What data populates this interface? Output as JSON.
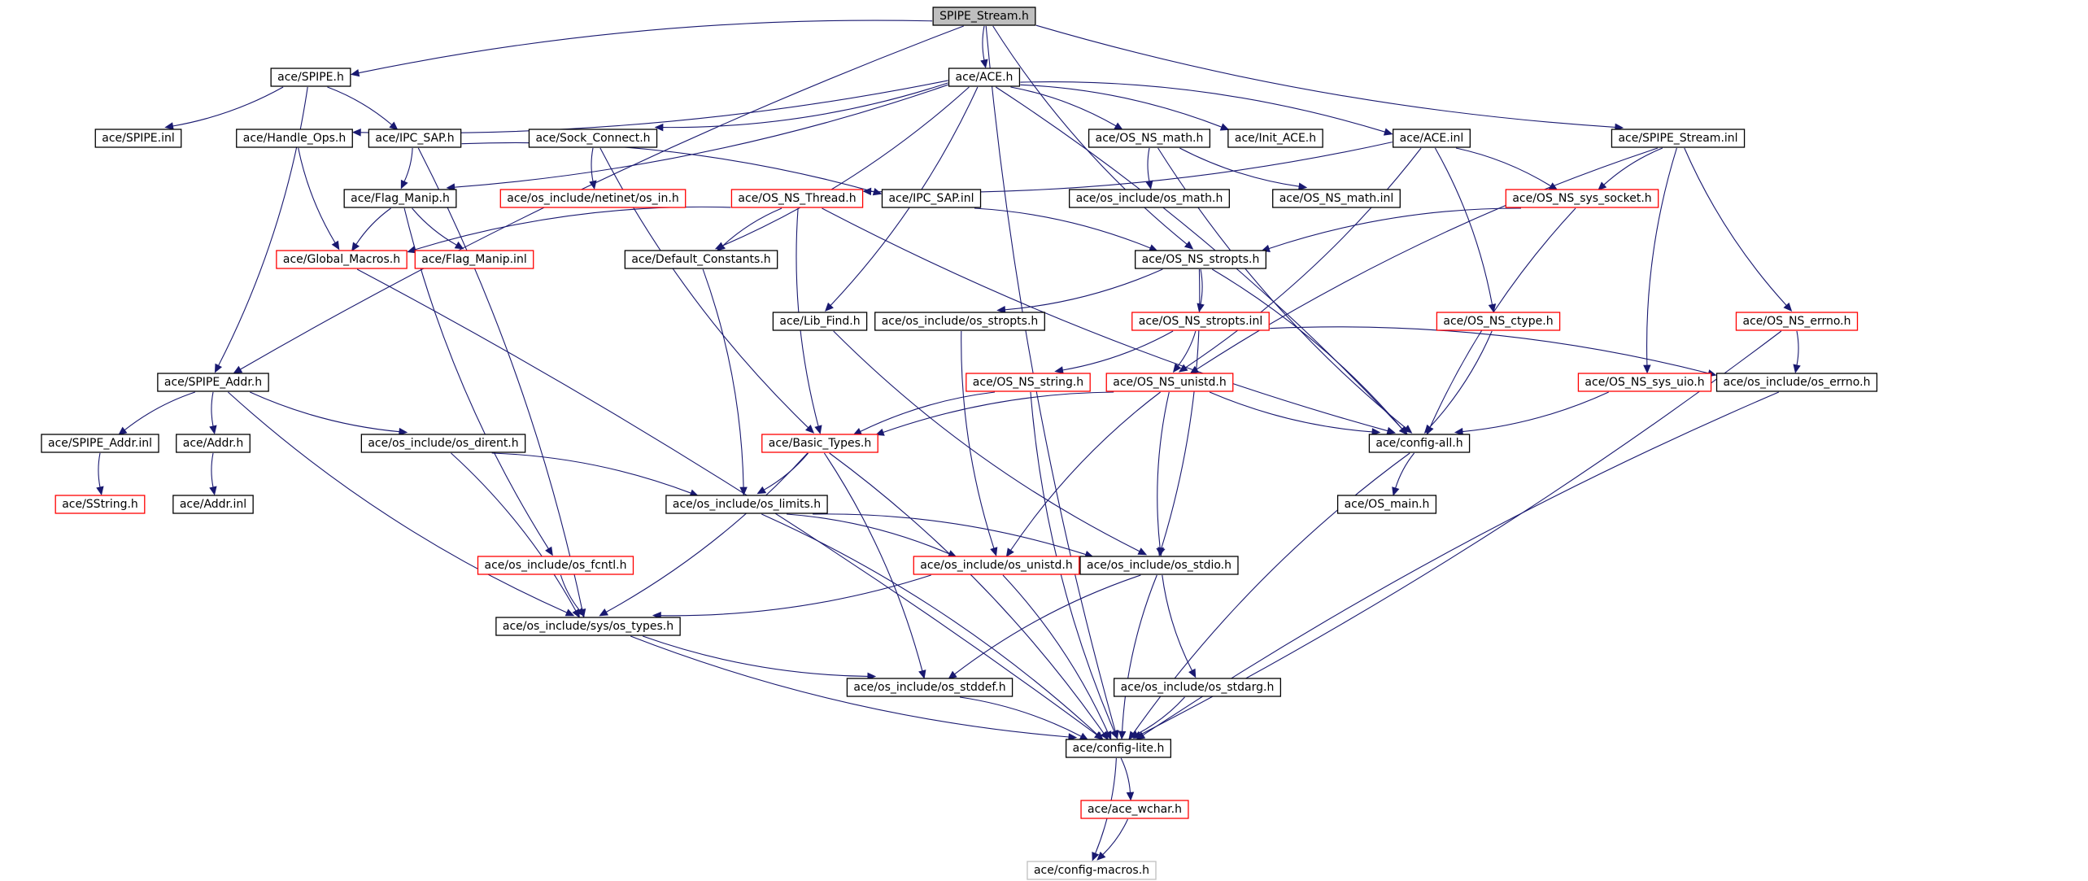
{
  "graph": {
    "nodes": [
      {
        "id": "root",
        "label": "SPIPE_Stream.h",
        "style": "root"
      },
      {
        "id": "spipe",
        "label": "ace/SPIPE.h",
        "style": "black"
      },
      {
        "id": "ace",
        "label": "ace/ACE.h",
        "style": "black"
      },
      {
        "id": "spipe_inl",
        "label": "ace/SPIPE.inl",
        "style": "black"
      },
      {
        "id": "handle_ops",
        "label": "ace/Handle_Ops.h",
        "style": "black"
      },
      {
        "id": "ipc_sap",
        "label": "ace/IPC_SAP.h",
        "style": "black"
      },
      {
        "id": "sock_connect",
        "label": "ace/Sock_Connect.h",
        "style": "black"
      },
      {
        "id": "os_ns_math",
        "label": "ace/OS_NS_math.h",
        "style": "black"
      },
      {
        "id": "init_ace",
        "label": "ace/Init_ACE.h",
        "style": "black"
      },
      {
        "id": "ace_inl",
        "label": "ace/ACE.inl",
        "style": "black"
      },
      {
        "id": "spipe_stream_inl",
        "label": "ace/SPIPE_Stream.inl",
        "style": "black"
      },
      {
        "id": "flag_manip",
        "label": "ace/Flag_Manip.h",
        "style": "black"
      },
      {
        "id": "netinet_os_in",
        "label": "ace/os_include/netinet/os_in.h",
        "style": "red"
      },
      {
        "id": "os_ns_thread",
        "label": "ace/OS_NS_Thread.h",
        "style": "red"
      },
      {
        "id": "ipc_sap_inl",
        "label": "ace/IPC_SAP.inl",
        "style": "black"
      },
      {
        "id": "os_math",
        "label": "ace/os_include/os_math.h",
        "style": "black"
      },
      {
        "id": "os_ns_math_inl",
        "label": "ace/OS_NS_math.inl",
        "style": "black"
      },
      {
        "id": "os_ns_sys_socket",
        "label": "ace/OS_NS_sys_socket.h",
        "style": "red"
      },
      {
        "id": "global_macros",
        "label": "ace/Global_Macros.h",
        "style": "red"
      },
      {
        "id": "flag_manip_inl",
        "label": "ace/Flag_Manip.inl",
        "style": "red"
      },
      {
        "id": "default_constants",
        "label": "ace/Default_Constants.h",
        "style": "black"
      },
      {
        "id": "os_ns_stropts",
        "label": "ace/OS_NS_stropts.h",
        "style": "black"
      },
      {
        "id": "lib_find",
        "label": "ace/Lib_Find.h",
        "style": "black"
      },
      {
        "id": "os_stropts",
        "label": "ace/os_include/os_stropts.h",
        "style": "black"
      },
      {
        "id": "os_ns_stropts_inl",
        "label": "ace/OS_NS_stropts.inl",
        "style": "red"
      },
      {
        "id": "os_ns_ctype",
        "label": "ace/OS_NS_ctype.h",
        "style": "red"
      },
      {
        "id": "os_ns_errno",
        "label": "ace/OS_NS_errno.h",
        "style": "red"
      },
      {
        "id": "spipe_addr",
        "label": "ace/SPIPE_Addr.h",
        "style": "black"
      },
      {
        "id": "os_ns_string",
        "label": "ace/OS_NS_string.h",
        "style": "red"
      },
      {
        "id": "os_ns_unistd",
        "label": "ace/OS_NS_unistd.h",
        "style": "red"
      },
      {
        "id": "os_ns_sys_uio",
        "label": "ace/OS_NS_sys_uio.h",
        "style": "red"
      },
      {
        "id": "os_errno",
        "label": "ace/os_include/os_errno.h",
        "style": "black"
      },
      {
        "id": "spipe_addr_inl",
        "label": "ace/SPIPE_Addr.inl",
        "style": "black"
      },
      {
        "id": "addr",
        "label": "ace/Addr.h",
        "style": "black"
      },
      {
        "id": "os_dirent",
        "label": "ace/os_include/os_dirent.h",
        "style": "black"
      },
      {
        "id": "basic_types",
        "label": "ace/Basic_Types.h",
        "style": "red"
      },
      {
        "id": "config_all",
        "label": "ace/config-all.h",
        "style": "black"
      },
      {
        "id": "sstring",
        "label": "ace/SString.h",
        "style": "red"
      },
      {
        "id": "addr_inl",
        "label": "ace/Addr.inl",
        "style": "black"
      },
      {
        "id": "os_limits",
        "label": "ace/os_include/os_limits.h",
        "style": "black"
      },
      {
        "id": "os_main",
        "label": "ace/OS_main.h",
        "style": "black"
      },
      {
        "id": "os_fcntl",
        "label": "ace/os_include/os_fcntl.h",
        "style": "red"
      },
      {
        "id": "os_unistd",
        "label": "ace/os_include/os_unistd.h",
        "style": "red"
      },
      {
        "id": "os_stdio",
        "label": "ace/os_include/os_stdio.h",
        "style": "black"
      },
      {
        "id": "sys_os_types",
        "label": "ace/os_include/sys/os_types.h",
        "style": "black"
      },
      {
        "id": "os_stddef",
        "label": "ace/os_include/os_stddef.h",
        "style": "black"
      },
      {
        "id": "os_stdarg",
        "label": "ace/os_include/os_stdarg.h",
        "style": "black"
      },
      {
        "id": "config_lite",
        "label": "ace/config-lite.h",
        "style": "black"
      },
      {
        "id": "ace_wchar",
        "label": "ace/ace_wchar.h",
        "style": "red"
      },
      {
        "id": "config_macros",
        "label": "ace/config-macros.h",
        "style": "gray"
      }
    ],
    "edges": [
      [
        "root",
        "spipe"
      ],
      [
        "root",
        "ace"
      ],
      [
        "root",
        "spipe_addr"
      ],
      [
        "root",
        "spipe_stream_inl"
      ],
      [
        "root",
        "os_ns_stropts"
      ],
      [
        "root",
        "config_lite"
      ],
      [
        "spipe",
        "spipe_inl"
      ],
      [
        "spipe",
        "ipc_sap"
      ],
      [
        "spipe",
        "spipe_addr"
      ],
      [
        "ace",
        "handle_ops"
      ],
      [
        "ace",
        "flag_manip"
      ],
      [
        "ace",
        "sock_connect"
      ],
      [
        "ace",
        "default_constants"
      ],
      [
        "ace",
        "lib_find"
      ],
      [
        "ace",
        "os_ns_math"
      ],
      [
        "ace",
        "init_ace"
      ],
      [
        "ace",
        "ace_inl"
      ],
      [
        "ace",
        "config_all"
      ],
      [
        "handle_ops",
        "global_macros"
      ],
      [
        "ipc_sap",
        "flag_manip"
      ],
      [
        "ipc_sap",
        "ipc_sap_inl"
      ],
      [
        "ipc_sap",
        "sys_os_types"
      ],
      [
        "flag_manip",
        "global_macros"
      ],
      [
        "flag_manip",
        "flag_manip_inl"
      ],
      [
        "flag_manip",
        "os_fcntl"
      ],
      [
        "sock_connect",
        "netinet_os_in"
      ],
      [
        "sock_connect",
        "basic_types"
      ],
      [
        "os_ns_math",
        "os_math"
      ],
      [
        "os_ns_math",
        "os_ns_math_inl"
      ],
      [
        "os_ns_math",
        "config_all"
      ],
      [
        "ace_inl",
        "os_ns_thread"
      ],
      [
        "ace_inl",
        "os_ns_sys_socket"
      ],
      [
        "ace_inl",
        "os_ns_ctype"
      ],
      [
        "ace_inl",
        "os_ns_unistd"
      ],
      [
        "spipe_stream_inl",
        "os_ns_sys_socket"
      ],
      [
        "spipe_stream_inl",
        "os_ns_errno"
      ],
      [
        "spipe_stream_inl",
        "os_ns_sys_uio"
      ],
      [
        "spipe_stream_inl",
        "os_ns_unistd"
      ],
      [
        "os_ns_thread",
        "global_macros"
      ],
      [
        "os_ns_thread",
        "default_constants"
      ],
      [
        "os_ns_thread",
        "basic_types"
      ],
      [
        "os_ns_thread",
        "config_all"
      ],
      [
        "ipc_sap_inl",
        "os_ns_stropts"
      ],
      [
        "os_ns_sys_socket",
        "os_ns_stropts"
      ],
      [
        "os_ns_sys_socket",
        "config_all"
      ],
      [
        "global_macros",
        "config_lite"
      ],
      [
        "default_constants",
        "os_limits"
      ],
      [
        "os_ns_stropts",
        "os_stropts"
      ],
      [
        "os_ns_stropts",
        "os_ns_stropts_inl"
      ],
      [
        "os_ns_stropts",
        "config_all"
      ],
      [
        "os_ns_stropts",
        "os_stdio"
      ],
      [
        "lib_find",
        "os_stdio"
      ],
      [
        "os_stropts",
        "os_unistd"
      ],
      [
        "os_ns_stropts_inl",
        "os_ns_string"
      ],
      [
        "os_ns_stropts_inl",
        "os_ns_unistd"
      ],
      [
        "os_ns_stropts_inl",
        "os_errno"
      ],
      [
        "os_ns_ctype",
        "config_all"
      ],
      [
        "os_ns_errno",
        "os_errno"
      ],
      [
        "os_ns_errno",
        "config_lite"
      ],
      [
        "spipe_addr",
        "spipe_addr_inl"
      ],
      [
        "spipe_addr",
        "addr"
      ],
      [
        "spipe_addr",
        "os_dirent"
      ],
      [
        "spipe_addr",
        "sys_os_types"
      ],
      [
        "os_ns_string",
        "basic_types"
      ],
      [
        "os_ns_string",
        "config_lite"
      ],
      [
        "os_ns_unistd",
        "basic_types"
      ],
      [
        "os_ns_unistd",
        "config_all"
      ],
      [
        "os_ns_unistd",
        "os_unistd"
      ],
      [
        "os_ns_unistd",
        "os_stdio"
      ],
      [
        "os_ns_sys_uio",
        "config_all"
      ],
      [
        "os_errno",
        "config_lite"
      ],
      [
        "spipe_addr_inl",
        "sstring"
      ],
      [
        "addr",
        "addr_inl"
      ],
      [
        "os_dirent",
        "os_limits"
      ],
      [
        "os_dirent",
        "sys_os_types"
      ],
      [
        "basic_types",
        "os_limits"
      ],
      [
        "basic_types",
        "sys_os_types"
      ],
      [
        "basic_types",
        "os_stddef"
      ],
      [
        "basic_types",
        "config_lite"
      ],
      [
        "config_all",
        "os_main"
      ],
      [
        "config_all",
        "config_lite"
      ],
      [
        "os_limits",
        "os_unistd"
      ],
      [
        "os_limits",
        "os_stdio"
      ],
      [
        "os_limits",
        "config_lite"
      ],
      [
        "os_fcntl",
        "sys_os_types"
      ],
      [
        "os_unistd",
        "sys_os_types"
      ],
      [
        "os_unistd",
        "config_lite"
      ],
      [
        "os_stdio",
        "os_stddef"
      ],
      [
        "os_stdio",
        "os_stdarg"
      ],
      [
        "os_stdio",
        "config_lite"
      ],
      [
        "sys_os_types",
        "os_stddef"
      ],
      [
        "sys_os_types",
        "config_lite"
      ],
      [
        "os_stddef",
        "config_lite"
      ],
      [
        "os_stdarg",
        "config_lite"
      ],
      [
        "config_lite",
        "ace_wchar"
      ],
      [
        "config_lite",
        "config_macros"
      ],
      [
        "ace_wchar",
        "config_macros"
      ]
    ]
  }
}
